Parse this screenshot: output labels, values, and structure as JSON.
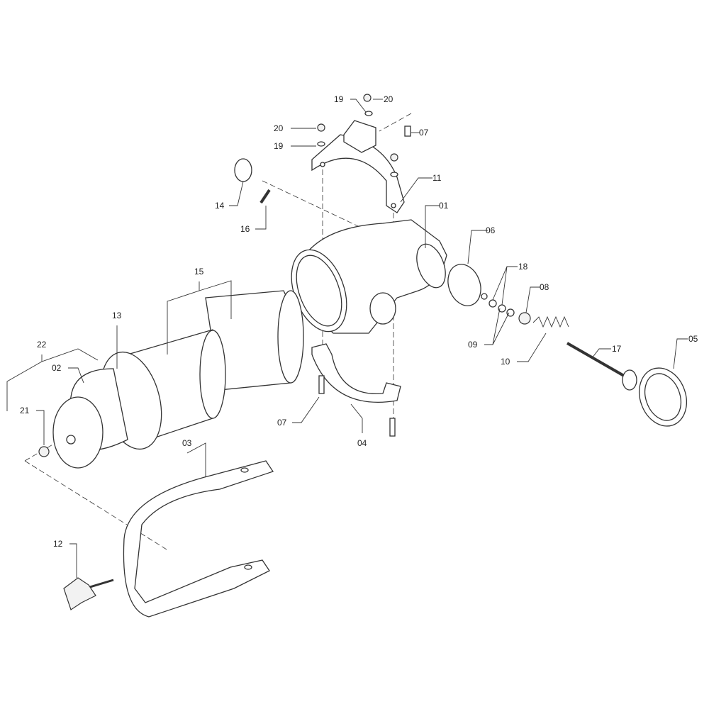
{
  "callouts": [
    {
      "id": "19a",
      "text": "19"
    },
    {
      "id": "20a",
      "text": "20"
    },
    {
      "id": "20b",
      "text": "20"
    },
    {
      "id": "19b",
      "text": "19"
    },
    {
      "id": "07a",
      "text": "07"
    },
    {
      "id": "14",
      "text": "14"
    },
    {
      "id": "16",
      "text": "16"
    },
    {
      "id": "11",
      "text": "11"
    },
    {
      "id": "01",
      "text": "01"
    },
    {
      "id": "06",
      "text": "06"
    },
    {
      "id": "18",
      "text": "18"
    },
    {
      "id": "08",
      "text": "08"
    },
    {
      "id": "09",
      "text": "09"
    },
    {
      "id": "10",
      "text": "10"
    },
    {
      "id": "17",
      "text": "17"
    },
    {
      "id": "05",
      "text": "05"
    },
    {
      "id": "15",
      "text": "15"
    },
    {
      "id": "13",
      "text": "13"
    },
    {
      "id": "22",
      "text": "22"
    },
    {
      "id": "02",
      "text": "02"
    },
    {
      "id": "21",
      "text": "21"
    },
    {
      "id": "03",
      "text": "03"
    },
    {
      "id": "07b",
      "text": "07"
    },
    {
      "id": "04",
      "text": "04"
    },
    {
      "id": "12",
      "text": "12"
    }
  ]
}
